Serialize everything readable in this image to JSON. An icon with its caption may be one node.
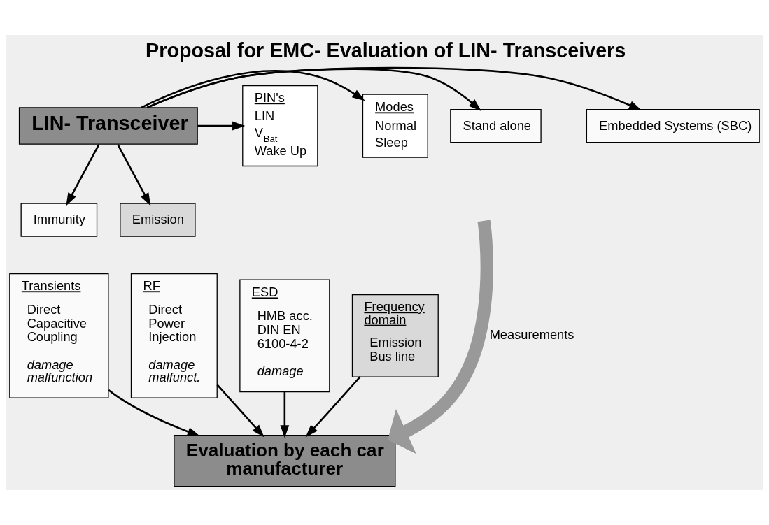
{
  "diagram": {
    "title": "Proposal for EMC- Evaluation of LIN- Transceivers",
    "nodes": [
      {
        "text": [
          "LIN- Transceiver"
        ]
      },
      {
        "text": [
          "Stand alone"
        ]
      },
      {
        "text": [
          "Embedded Systems (SBC)"
        ]
      },
      {
        "text": [
          "PIN's",
          "LIN",
          "V$_{Bat}$",
          "Wake Up"
        ]
      },
      {
        "text": [
          "Modes",
          "Normal",
          "Sleep"
        ]
      },
      {
        "text": [
          "Immunity"
        ]
      },
      {
        "text": [
          "Emission"
        ]
      },
      {
        "text": [
          "Transients",
          "Direct Capacitive Coupling",
          "damage malfunction"
        ]
      },
      {
        "text": [
          "RF",
          "Direct Power Injection",
          "damage malfunct."
        ]
      },
      {
        "text": [
          "ESD",
          "HMB acc. DIN EN 6100-4-2",
          "damage"
        ]
      },
      {
        "text": [
          "Frequency domain",
          "Emission Bus line"
        ]
      },
      {
        "text": [
          "Evaluation by each car manufacturer"
        ]
      }
    ],
    "edges": [
      {
        "from": 0,
        "to": 1,
        "arrow": "to"
      },
      {
        "from": 0,
        "to": 2,
        "arrow": "to"
      },
      {
        "from": 0,
        "to": 3,
        "arrow": "to"
      },
      {
        "from": 0,
        "to": 4,
        "arrow": "to"
      },
      {
        "from": 0,
        "to": 5,
        "arrow": "to"
      },
      {
        "from": 0,
        "to": 6,
        "arrow": "to"
      },
      {
        "from": 7,
        "to": 11,
        "arrow": "to"
      },
      {
        "from": 8,
        "to": 11,
        "arrow": "to"
      },
      {
        "from": 9,
        "to": 11,
        "arrow": "to"
      },
      {
        "from": 10,
        "to": 11,
        "arrow": "to"
      },
      {
        "from": null,
        "to": 11,
        "arrow": "to",
        "label": "Measurements",
        "style": "thick",
        "color": "#999999"
      }
    ]
  }
}
